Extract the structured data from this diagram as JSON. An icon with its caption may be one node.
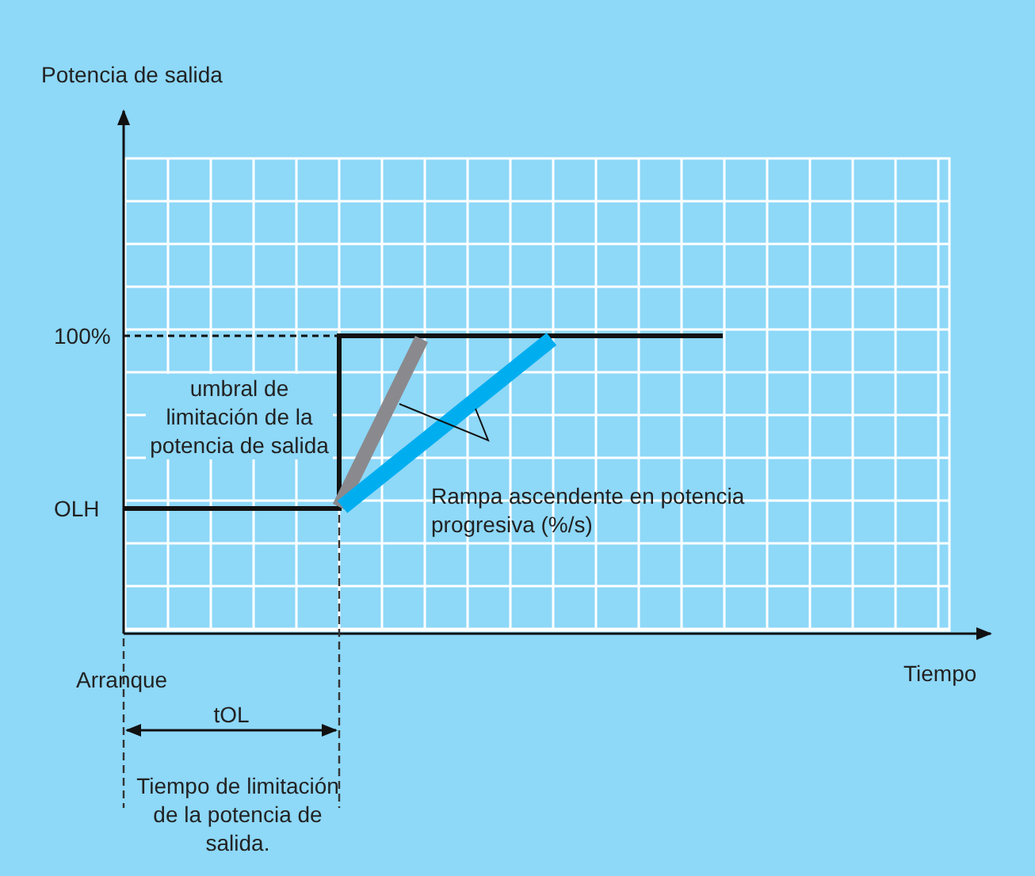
{
  "diagram": {
    "labels": [
      "Potencia de salida",
      "100%",
      "umbral de limitación de la potencia de salida",
      "OLH",
      "Rampa ascendente en potencia progresiva (%/s)",
      "Arranque",
      "Tiempo",
      "tOL",
      "Tiempo de limitación de la potencia de salida."
    ]
  }
}
